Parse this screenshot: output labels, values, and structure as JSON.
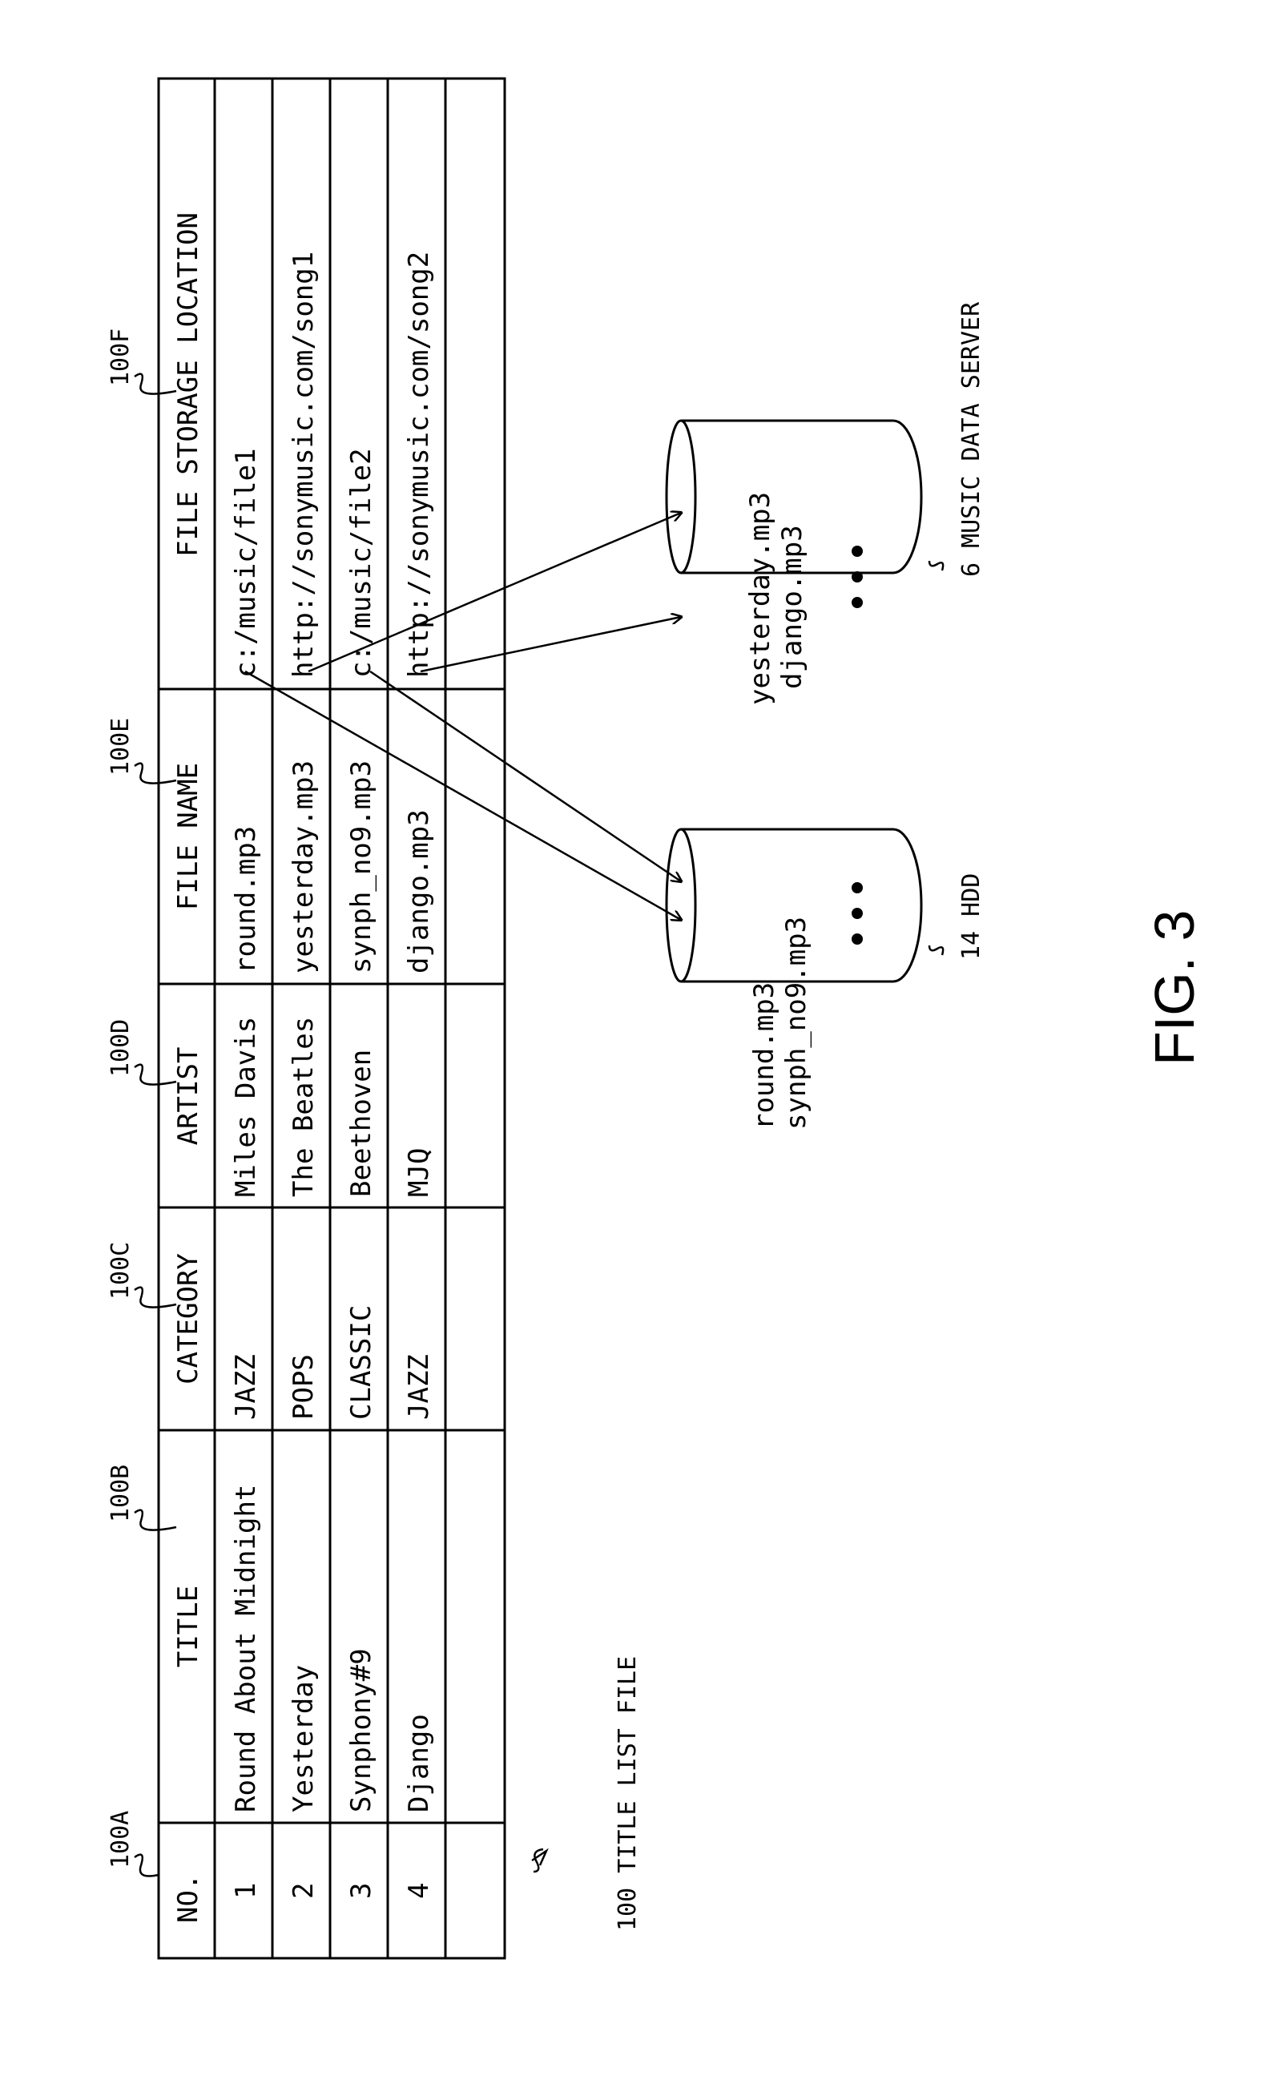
{
  "table": {
    "ref_label": "100 TITLE LIST FILE",
    "columns": [
      {
        "ref": "100A",
        "header": "NO."
      },
      {
        "ref": "100B",
        "header": "TITLE"
      },
      {
        "ref": "100C",
        "header": "CATEGORY"
      },
      {
        "ref": "100D",
        "header": "ARTIST"
      },
      {
        "ref": "100E",
        "header": "FILE NAME"
      },
      {
        "ref": "100F",
        "header": "FILE STORAGE LOCATION"
      }
    ],
    "rows": [
      [
        "1",
        "Round About Midnight",
        "JAZZ",
        "Miles Davis",
        "round.mp3",
        "c:/music/file1"
      ],
      [
        "2",
        "Yesterday",
        "POPS",
        "The Beatles",
        "yesterday.mp3",
        "http://sonymusic.com/song1"
      ],
      [
        "3",
        "Synphony#9",
        "CLASSIC",
        "Beethoven",
        "synph_no9.mp3",
        "c:/music/file2"
      ],
      [
        "4",
        "Django",
        "JAZZ",
        "MJQ",
        "django.mp3",
        "http://sonymusic.com/song2"
      ]
    ]
  },
  "hdd": {
    "label": "14 HDD",
    "files": [
      "round.mp3",
      "synph_no9.mp3"
    ]
  },
  "server": {
    "label": "6 MUSIC DATA SERVER",
    "files": [
      "yesterday.mp3",
      "django.mp3"
    ]
  },
  "figure_label": "FIG. 3"
}
